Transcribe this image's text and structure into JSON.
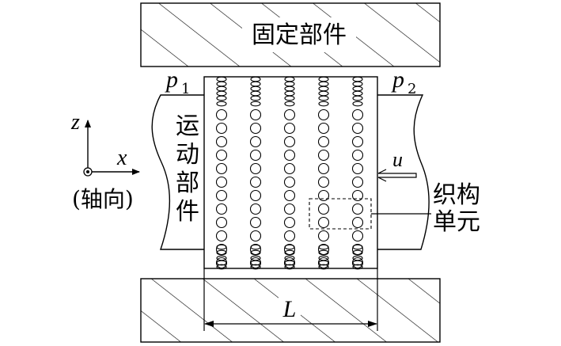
{
  "labels": {
    "fixed_part": "固定部件",
    "moving_part": [
      "运",
      "动",
      "部",
      "件"
    ],
    "texture_unit": [
      "织构",
      "单元"
    ],
    "p1_base": "p",
    "p1_sub": "1",
    "p2_base": "p",
    "p2_sub": "2",
    "axis_z": "z",
    "axis_x": "x",
    "axial": "(轴向)",
    "velocity": "u",
    "length": "L"
  },
  "texture_grid": {
    "columns": 5,
    "full_rows": 12
  },
  "colors": {
    "line": "#000000",
    "background": "#ffffff"
  }
}
